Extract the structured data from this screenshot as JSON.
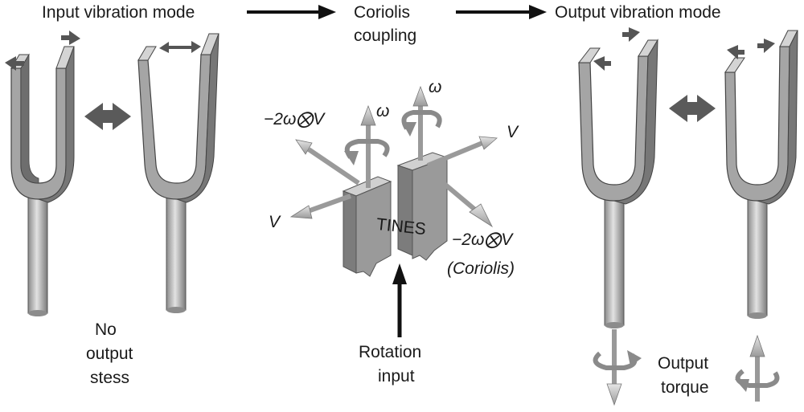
{
  "header": {
    "input_mode": "Input vibration mode",
    "coupling_line1": "Coriolis",
    "coupling_line2": "coupling",
    "output_mode": "Output vibration mode"
  },
  "left_panel": {
    "note_line1": "No",
    "note_line2": "output",
    "note_line3": "stess"
  },
  "center_panel": {
    "omega_left": "ω",
    "omega_right": "ω",
    "cross_left": "−2ω⨂V",
    "v_right": "V",
    "v_left": "V",
    "tines_label": "TINES",
    "cross_right": "−2ω⨂V",
    "coriolis_paren": "(Coriolis)",
    "rotation_line1": "Rotation",
    "rotation_line2": "input"
  },
  "right_panel": {
    "torque_line1": "Output",
    "torque_line2": "torque"
  },
  "colors": {
    "fork_face": "#a9a9a9",
    "fork_side": "#7c7c7c",
    "fork_top": "#d2d2d2",
    "arrow_dark": "#5a5a5a",
    "arrow_black": "#111111",
    "vector_light": "#c4c4c4"
  }
}
